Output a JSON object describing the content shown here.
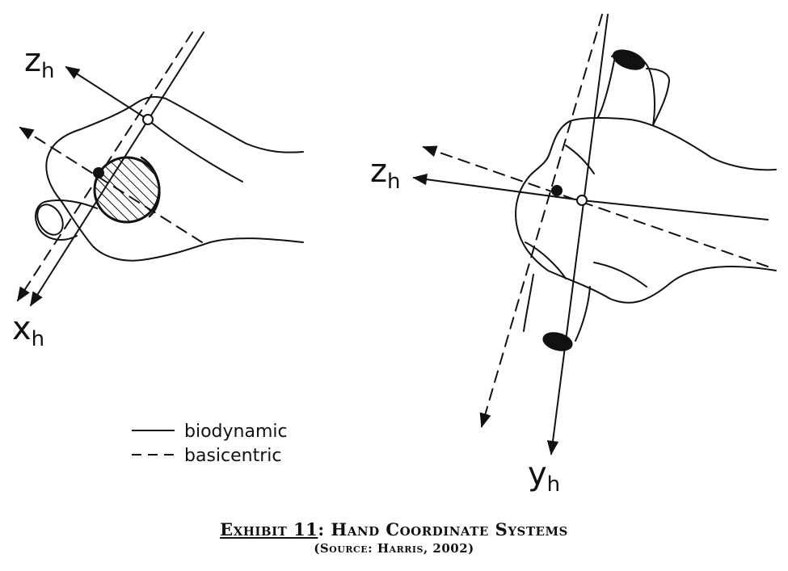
{
  "left_diagram": {
    "z_axis": {
      "letter": "z",
      "sub": "h"
    },
    "x_axis": {
      "letter": "x",
      "sub": "h"
    }
  },
  "right_diagram": {
    "z_axis": {
      "letter": "z",
      "sub": "h"
    },
    "y_axis": {
      "letter": "y",
      "sub": "h"
    }
  },
  "legend": {
    "solid_label": "biodynamic",
    "dashed_label": "basicentric"
  },
  "caption": {
    "exhibit": "Exhibit 11",
    "title": ": Hand Coordinate Systems",
    "source": "(Source:  Harris, 2002)"
  },
  "colors": {
    "ink": "#111111",
    "background": "#ffffff"
  }
}
